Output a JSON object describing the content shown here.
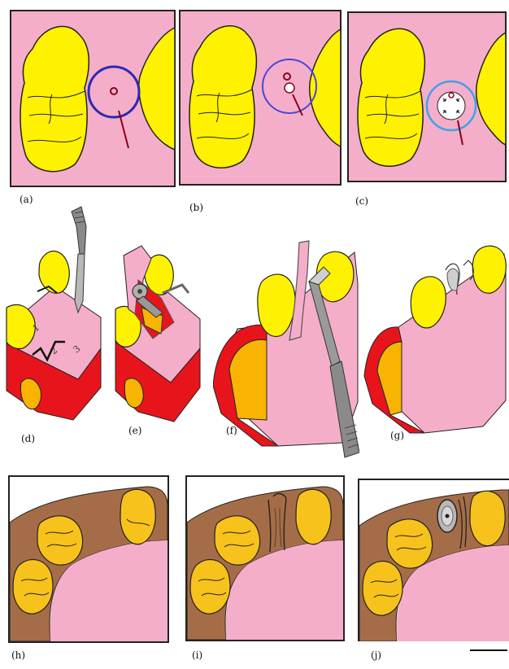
{
  "figure": {
    "captions": {
      "a": "(a)",
      "b": "(b)",
      "c": "(c)",
      "d": "(d)",
      "e": "(e)",
      "f": "(f)",
      "g": "(g)",
      "h": "(h)",
      "i": "(i)",
      "j": "(j)"
    },
    "incision_numbers": [
      "1",
      "2",
      "3"
    ],
    "colors": {
      "gingiva": "#f5aec9",
      "tooth": "#fff200",
      "tooth_occlusal": "#f7c21c",
      "muscle": "#e8141c",
      "fat": "#f8b400",
      "mucosa_brown": "#a56d47",
      "instrument": "#8a8a8a",
      "circle_a": "#2b2bb0",
      "circle_b": "#4848d8",
      "circle_c": "#3fa2e8",
      "punch_mark": "#8b0018"
    }
  }
}
